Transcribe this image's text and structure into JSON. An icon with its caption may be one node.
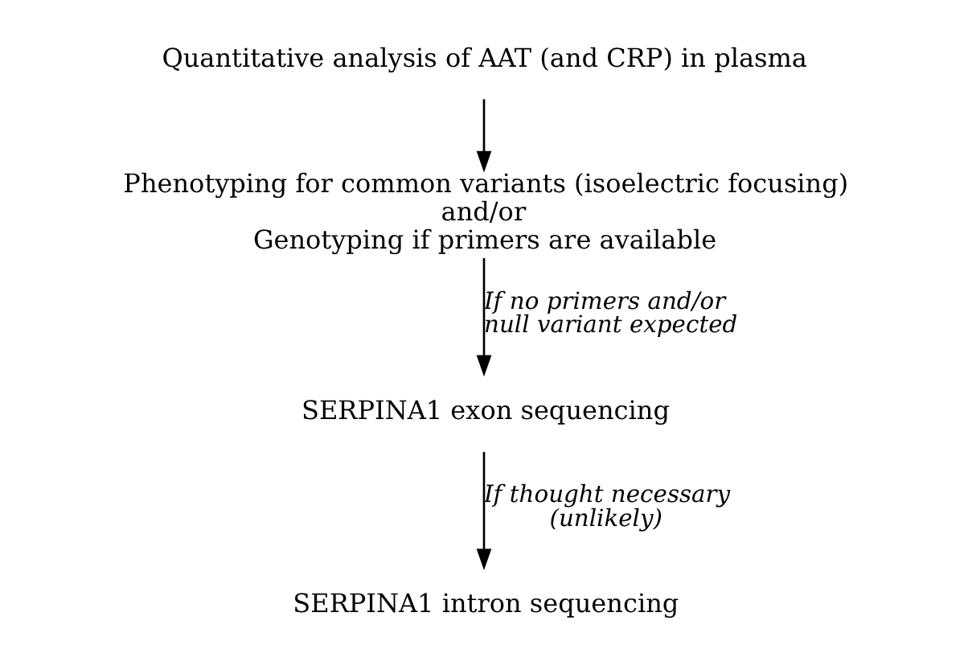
{
  "diagram": {
    "nodes": [
      {
        "text": [
          "Quantitative analysis of AAT (and CRP) in plasma"
        ]
      },
      {
        "text": [
          "Phenotyping for common variants (isoelectric focusing)",
          "and/or",
          "Genotyping if primers are available"
        ]
      },
      {
        "text": [
          "SERPINA1 exon sequencing"
        ]
      },
      {
        "text": [
          "SERPINA1 intron sequencing"
        ]
      }
    ],
    "edges": [
      {
        "from": 0,
        "to": 1,
        "arrow": "to"
      },
      {
        "from": 1,
        "to": 2,
        "arrow": "to",
        "label": "If no primers and/or null variant expected"
      },
      {
        "from": 2,
        "to": 3,
        "arrow": "to",
        "label": "If thought necessary (unlikely)"
      }
    ]
  }
}
